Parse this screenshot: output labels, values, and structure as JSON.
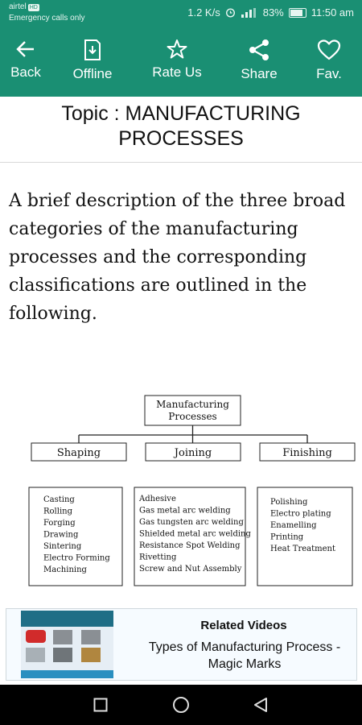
{
  "status": {
    "carrier": "airtel",
    "carrier_badge": "HD",
    "emergency": "Emergency calls only",
    "speed": "1.2 K/s",
    "battery": "83%",
    "time": "11:50 am"
  },
  "toolbar": {
    "items": [
      {
        "label": "Back",
        "icon": "arrow-left-icon"
      },
      {
        "label": "Offline",
        "icon": "download-icon"
      },
      {
        "label": "Rate Us",
        "icon": "star-icon"
      },
      {
        "label": "Share",
        "icon": "share-icon"
      },
      {
        "label": "Fav.",
        "icon": "heart-icon"
      }
    ]
  },
  "topic": {
    "line1": "Topic : MANUFACTURING",
    "line2": "PROCESSES"
  },
  "body": {
    "lines": [
      "A brief description of the three broad",
      "categories of the manufacturing",
      "processes and the corresponding",
      "classifications are outlined in the",
      "following."
    ]
  },
  "diagram": {
    "root_line1": "Manufacturing",
    "root_line2": "Processes",
    "categories": [
      "Shaping",
      "Joining",
      "Finishing"
    ],
    "shaping_items": [
      "Casting",
      "Rolling",
      "Forging",
      "Drawing",
      "Sintering",
      "Electro Forming",
      "Machining"
    ],
    "joining_items": [
      "Adhesive",
      "Gas metal arc welding",
      "Gas tungsten arc welding",
      "Shielded metal arc welding",
      "Resistance Spot Welding",
      "Rivetting",
      "Screw and Nut Assembly"
    ],
    "finishing_items": [
      "Polishing",
      "Electro plating",
      "Enamelling",
      "Printing",
      "Heat Treatment"
    ]
  },
  "related": {
    "title": "Related Videos",
    "subtitle_line1": "Types of Manufacturing Process -",
    "subtitle_line2": "Magic Marks"
  },
  "nav": {
    "icons": [
      "recent-apps-icon",
      "home-icon",
      "back-icon"
    ]
  },
  "colors": {
    "primary": "#1a8f73",
    "navbar": "#000000"
  }
}
